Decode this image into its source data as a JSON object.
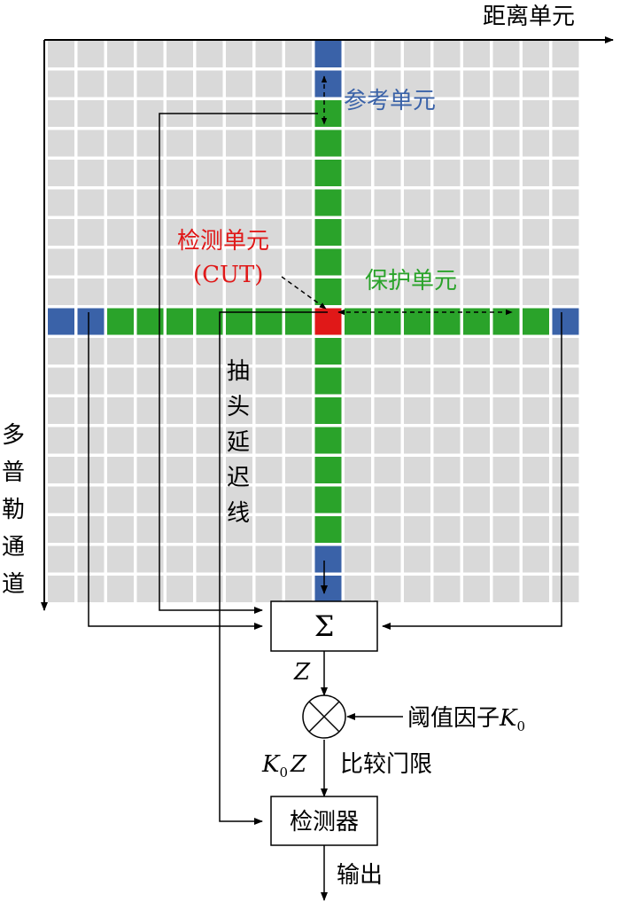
{
  "axes": {
    "range_label": "距离单元",
    "doppler_label": [
      "多",
      "普",
      "勒",
      "通",
      "道"
    ]
  },
  "labels": {
    "reference_cells": "参考单元",
    "cut_line1": "检测单元",
    "cut_line2": "(CUT)",
    "guard_cells": "保护单元",
    "tapped_delay_line": [
      "抽",
      "头",
      "延",
      "迟",
      "线"
    ]
  },
  "blocks": {
    "sum_symbol": "Σ",
    "z_label": "Z",
    "threshold_factor": "阈值因子",
    "k_symbol": "K",
    "k_subscript": "0",
    "compare_threshold": "比较门限",
    "detector": "检测器",
    "output": "输出"
  },
  "colors": {
    "reference": "#3a62a8",
    "guard": "#2aa32a",
    "cut": "#e01818",
    "grid_cell": "#d9d9d9",
    "grid_gap": "#ffffff"
  },
  "grid": {
    "rows": 19,
    "cols": 18,
    "cut_row": 9,
    "cut_col": 9,
    "guard_cells_each_side": 7,
    "reference_cells_each_side": 2
  }
}
